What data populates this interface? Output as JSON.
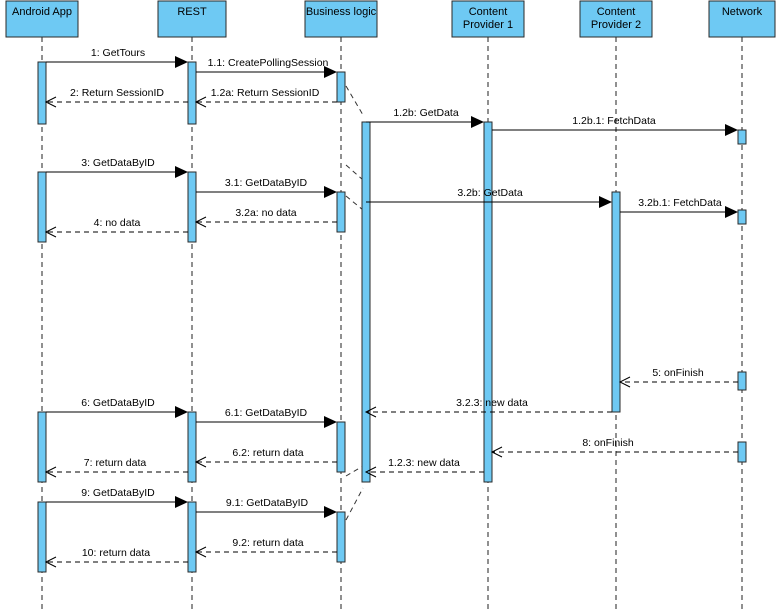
{
  "participants": [
    {
      "id": "android",
      "lines": [
        "Android App"
      ]
    },
    {
      "id": "rest",
      "lines": [
        "REST"
      ]
    },
    {
      "id": "business",
      "lines": [
        "Business logic"
      ]
    },
    {
      "id": "cp1",
      "lines": [
        "Content",
        "Provider 1"
      ]
    },
    {
      "id": "cp2",
      "lines": [
        "Content",
        "Provider 2"
      ]
    },
    {
      "id": "network",
      "lines": [
        "Network"
      ]
    }
  ],
  "messages": [
    {
      "label": "1: GetTours",
      "from": "android",
      "to": "rest",
      "kind": "call"
    },
    {
      "label": "1.1: CreatePollingSession",
      "from": "rest",
      "to": "business",
      "kind": "call"
    },
    {
      "label": "1.2a: Return SessionID",
      "from": "business",
      "to": "rest",
      "kind": "return"
    },
    {
      "label": "2: Return SessionID",
      "from": "rest",
      "to": "android",
      "kind": "return"
    },
    {
      "label": "1.2b: GetData",
      "from": "business",
      "to": "cp1",
      "kind": "call"
    },
    {
      "label": "1.2b.1: FetchData",
      "from": "cp1",
      "to": "network",
      "kind": "call"
    },
    {
      "label": "3: GetDataByID",
      "from": "android",
      "to": "rest",
      "kind": "call"
    },
    {
      "label": "3.1: GetDataByID",
      "from": "rest",
      "to": "business",
      "kind": "call"
    },
    {
      "label": "3.2b: GetData",
      "from": "business",
      "to": "cp2",
      "kind": "call"
    },
    {
      "label": "3.2b.1: FetchData",
      "from": "cp2",
      "to": "network",
      "kind": "call"
    },
    {
      "label": "3.2a: no data",
      "from": "business",
      "to": "rest",
      "kind": "return"
    },
    {
      "label": "4: no data",
      "from": "rest",
      "to": "android",
      "kind": "return"
    },
    {
      "label": "5: onFinish",
      "from": "network",
      "to": "cp2",
      "kind": "return"
    },
    {
      "label": "3.2.3: new data",
      "from": "cp2",
      "to": "business",
      "kind": "return"
    },
    {
      "label": "6: GetDataByID",
      "from": "android",
      "to": "rest",
      "kind": "call"
    },
    {
      "label": "6.1: GetDataByID",
      "from": "rest",
      "to": "business",
      "kind": "call"
    },
    {
      "label": "8: onFinish",
      "from": "network",
      "to": "cp1",
      "kind": "return"
    },
    {
      "label": "6.2: return data",
      "from": "business",
      "to": "rest",
      "kind": "return"
    },
    {
      "label": "1.2.3: new data",
      "from": "cp1",
      "to": "business",
      "kind": "return"
    },
    {
      "label": "7: return data",
      "from": "rest",
      "to": "android",
      "kind": "return"
    },
    {
      "label": "9: GetDataByID",
      "from": "android",
      "to": "rest",
      "kind": "call"
    },
    {
      "label": "9.1: GetDataByID",
      "from": "rest",
      "to": "business",
      "kind": "call"
    },
    {
      "label": "9.2: return data",
      "from": "business",
      "to": "rest",
      "kind": "return"
    },
    {
      "label": "10: return data",
      "from": "rest",
      "to": "android",
      "kind": "return"
    }
  ]
}
